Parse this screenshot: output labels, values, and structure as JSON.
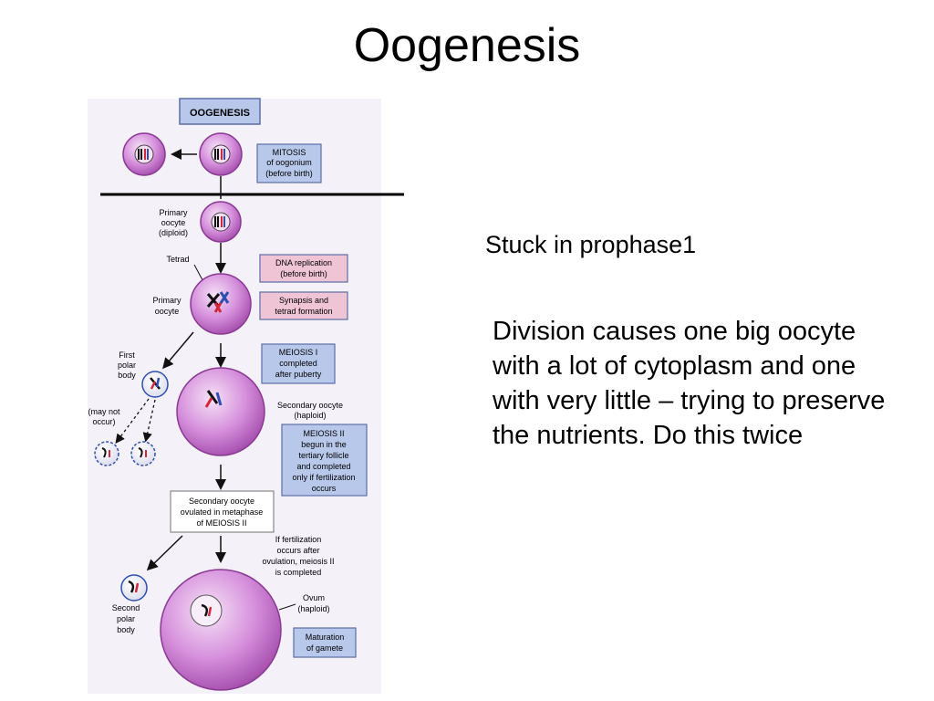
{
  "slide": {
    "title": "Oogenesis",
    "note_prophase": "Stuck in prophase1",
    "note_division": "Division causes one big oocyte with a lot of cytoplasm and one with very little – trying to preserve the nutrients. Do this twice"
  },
  "diagram": {
    "header": "OOGENESIS",
    "mitosis_box": [
      "MITOSIS",
      "of oogonium",
      "(before birth)"
    ],
    "primary_oocyte_diploid": [
      "Primary",
      "oocyte",
      "(diploid)"
    ],
    "tetrad": "Tetrad",
    "dna_replication_box": [
      "DNA replication",
      "(before birth)"
    ],
    "primary_oocyte": [
      "Primary",
      "oocyte"
    ],
    "synapsis_box": [
      "Synapsis and",
      "tetrad formation"
    ],
    "first_polar_body": [
      "First",
      "polar",
      "body"
    ],
    "meiosis1_box": [
      "MEIOSIS I",
      "completed",
      "after puberty"
    ],
    "may_not_occur": [
      "(may not",
      "occur)"
    ],
    "secondary_oocyte_haploid": [
      "Secondary oocyte",
      "(haploid)"
    ],
    "meiosis2_box": [
      "MEIOSIS II",
      "begun in the",
      "tertiary follicle",
      "and completed",
      "only if fertilization",
      "occurs"
    ],
    "ovulated_box": [
      "Secondary oocyte",
      "ovulated in metaphase",
      "of MEIOSIS II"
    ],
    "fertilization_note": [
      "If fertilization",
      "occurs after",
      "ovulation, meiosis II",
      "is completed"
    ],
    "second_polar_body": [
      "Second",
      "polar",
      "body"
    ],
    "ovum": [
      "Ovum",
      "(haploid)"
    ],
    "maturation_box": [
      "Maturation",
      "of gamete"
    ]
  },
  "colors": {
    "cell_fill": "#d690dc",
    "cell_stroke": "#8a3a94",
    "box_blue": "#b8c8ea",
    "box_pink": "#efc4d4",
    "box_border": "#5a6fa5",
    "chromosome_blue": "#2e4fb0",
    "chromosome_red": "#d2283a"
  }
}
